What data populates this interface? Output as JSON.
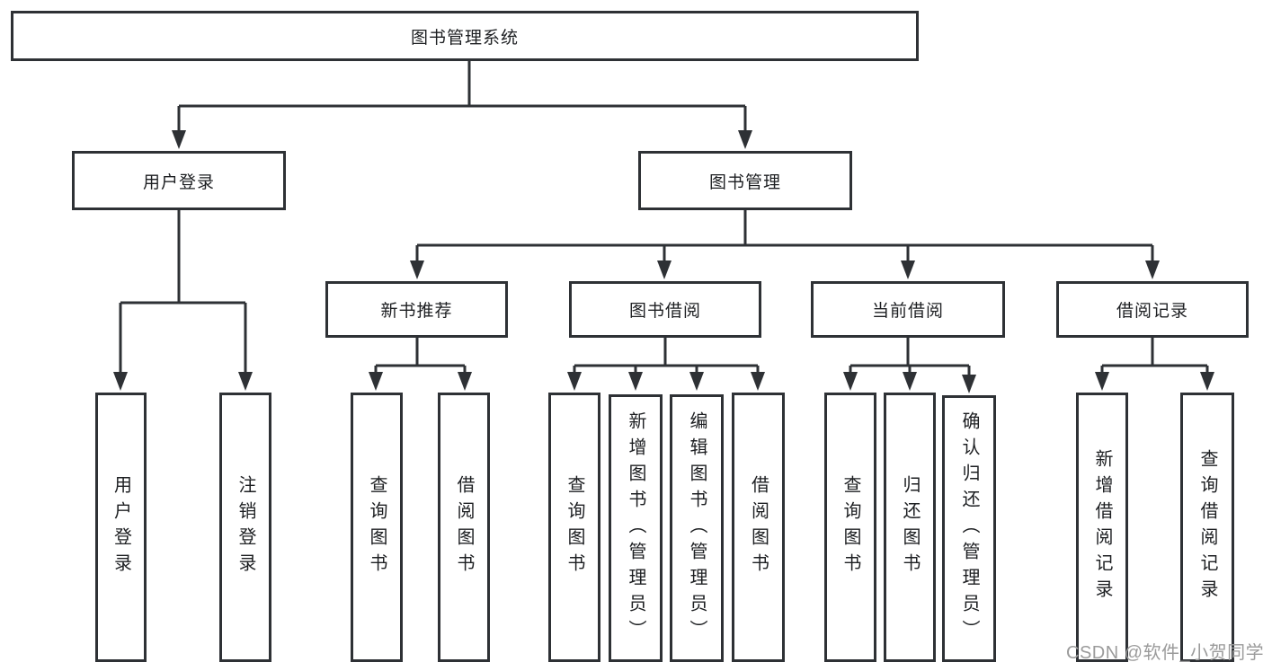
{
  "diagram": {
    "type": "tree",
    "tree": {
      "root": {
        "label": "图书管理系统",
        "children": [
          {
            "label": "用户登录",
            "children": [
              {
                "label": "用户登录"
              },
              {
                "label": "注销登录"
              }
            ]
          },
          {
            "label": "图书管理",
            "children": [
              {
                "label": "新书推荐",
                "children": [
                  {
                    "label": "查询图书"
                  },
                  {
                    "label": "借阅图书"
                  }
                ]
              },
              {
                "label": "图书借阅",
                "children": [
                  {
                    "label": "查询图书"
                  },
                  {
                    "label": "新增图书（管理员）"
                  },
                  {
                    "label": "编辑图书（管理员）"
                  },
                  {
                    "label": "借阅图书"
                  }
                ]
              },
              {
                "label": "当前借阅",
                "children": [
                  {
                    "label": "查询图书"
                  },
                  {
                    "label": "归还图书"
                  },
                  {
                    "label": "确认归还（管理员）"
                  }
                ]
              },
              {
                "label": "借阅记录",
                "children": [
                  {
                    "label": "新增借阅记录"
                  },
                  {
                    "label": "查询借阅记录"
                  }
                ]
              }
            ]
          }
        ]
      }
    }
  },
  "watermark": {
    "text": "CSDN @软件_小贺同学"
  },
  "colors": {
    "line": "#2e3135",
    "box_border": "#2e3135",
    "box_fill": "#ffffff",
    "text": "#1d1f22",
    "watermark": "#9b9b9b",
    "background": "#ffffff"
  }
}
